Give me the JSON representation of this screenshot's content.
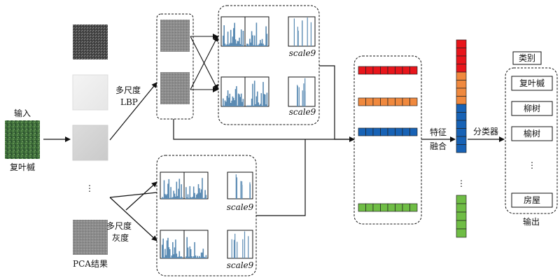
{
  "input": {
    "title": "输入",
    "caption": "复叶槭"
  },
  "pca": {
    "caption": "PCA结果",
    "ellipsis": "⋮"
  },
  "branch_lbp": {
    "line1": "多尺度",
    "line2": "LBP"
  },
  "branch_gray": {
    "line1": "多尺度",
    "line2": "灰度"
  },
  "scale_label": "scale9",
  "fusion": {
    "line1": "特征",
    "line2": "融合"
  },
  "classifier_label": "分类器",
  "categories": {
    "header": "类别",
    "items": [
      "复叶槭",
      "柳树",
      "榆树",
      "房屋"
    ],
    "ellipsis": "⋮"
  },
  "output_label": "输出",
  "colors": {
    "red": "#e8151b",
    "orange": "#f0893e",
    "blue": "#1762b5",
    "green": "#6fbd45",
    "hist": "#5b8bb3"
  }
}
